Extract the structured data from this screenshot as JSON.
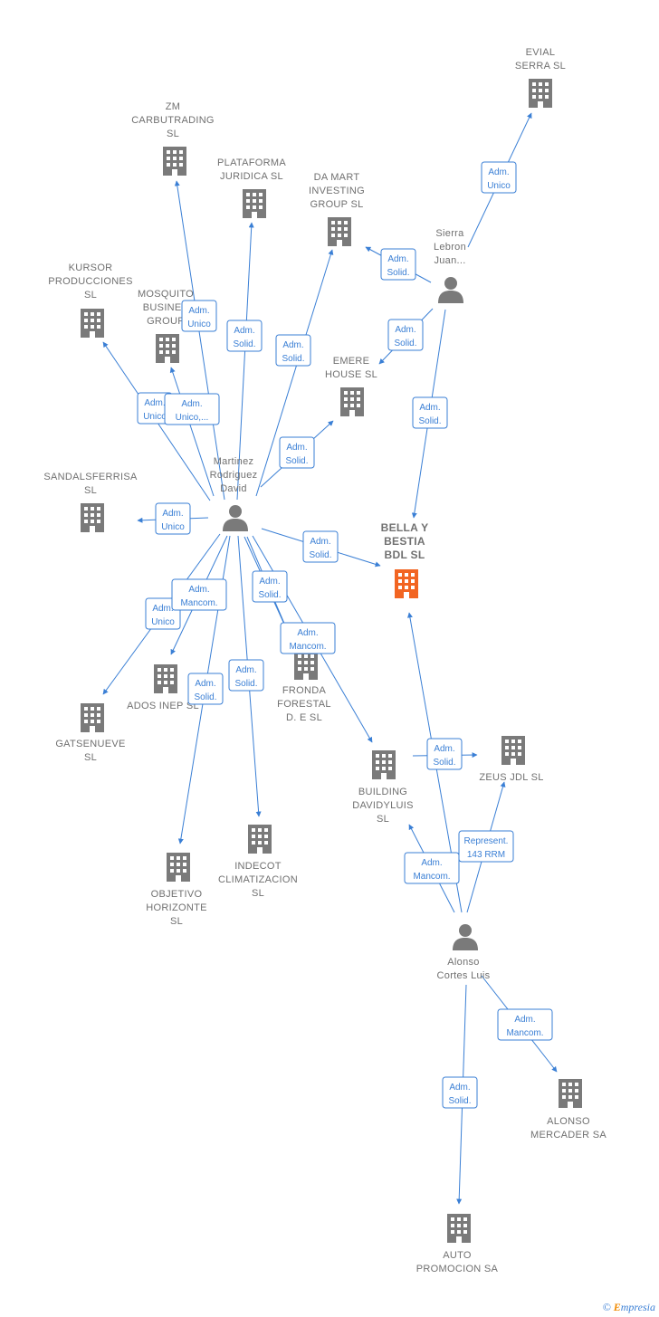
{
  "nodes": [
    {
      "id": "evial",
      "type": "company",
      "label": [
        "EVIAL",
        "SERRA  SL"
      ]
    },
    {
      "id": "zm",
      "type": "company",
      "label": [
        "ZM",
        "CARBUTRADING",
        "SL"
      ]
    },
    {
      "id": "plataforma",
      "type": "company",
      "label": [
        "PLATAFORMA",
        "JURIDICA  SL"
      ]
    },
    {
      "id": "damart",
      "type": "company",
      "label": [
        "DA MART",
        "INVESTING",
        "GROUP  SL"
      ]
    },
    {
      "id": "sierra",
      "type": "person",
      "label": [
        "Sierra",
        "Lebron",
        "Juan..."
      ]
    },
    {
      "id": "kursor",
      "type": "company",
      "label": [
        "KURSOR",
        "PRODUCCIONES",
        "SL"
      ]
    },
    {
      "id": "mosquito",
      "type": "company",
      "label": [
        "MOSQUITO",
        "BUSINES",
        "GROUP"
      ]
    },
    {
      "id": "emere",
      "type": "company",
      "label": [
        "EMERE",
        "HOUSE  SL"
      ]
    },
    {
      "id": "martinez",
      "type": "person",
      "label": [
        "Martinez",
        "Rodriguez",
        "David"
      ]
    },
    {
      "id": "sandals",
      "type": "company",
      "label": [
        "SANDALSFERRISA",
        "SL"
      ]
    },
    {
      "id": "bella",
      "type": "company",
      "focus": true,
      "label": [
        "BELLA Y",
        "BESTIA",
        "BDL  SL"
      ]
    },
    {
      "id": "adosinep",
      "type": "company",
      "label": [
        "ADOS INEP  SL"
      ]
    },
    {
      "id": "fronda",
      "type": "company",
      "label": [
        "FRONDA",
        "FORESTAL",
        "D.  E  SL"
      ]
    },
    {
      "id": "gatsenueve",
      "type": "company",
      "label": [
        "GATSENUEVE",
        "SL"
      ]
    },
    {
      "id": "zeus",
      "type": "company",
      "label": [
        "ZEUS JDL  SL"
      ]
    },
    {
      "id": "building",
      "type": "company",
      "label": [
        "BUILDING",
        "DAVIDYLUIS",
        "SL"
      ]
    },
    {
      "id": "indecot",
      "type": "company",
      "label": [
        "INDECOT",
        "CLIMATIZACION",
        "SL"
      ]
    },
    {
      "id": "objetivo",
      "type": "company",
      "label": [
        "OBJETIVO",
        "HORIZONTE",
        "SL"
      ]
    },
    {
      "id": "alonso",
      "type": "person",
      "label": [
        "Alonso",
        "Cortes Luis"
      ]
    },
    {
      "id": "alonsomercader",
      "type": "company",
      "label": [
        "ALONSO",
        "MERCADER SA"
      ]
    },
    {
      "id": "auto",
      "type": "company",
      "label": [
        "AUTO",
        "PROMOCION SA"
      ]
    }
  ],
  "edges": [
    {
      "from": "sierra",
      "to": "evial",
      "label": [
        "Adm.",
        "Unico"
      ]
    },
    {
      "from": "sierra",
      "to": "damart",
      "label": [
        "Adm.",
        "Solid."
      ]
    },
    {
      "from": "sierra",
      "to": "emere",
      "label": [
        "Adm.",
        "Solid."
      ]
    },
    {
      "from": "sierra",
      "to": "bella",
      "label": [
        "Adm.",
        "Solid."
      ]
    },
    {
      "from": "martinez",
      "to": "zm",
      "label": [
        "Adm.",
        "Unico"
      ]
    },
    {
      "from": "martinez",
      "to": "plataforma",
      "label": [
        "Adm.",
        "Solid."
      ]
    },
    {
      "from": "martinez",
      "to": "damart",
      "label": [
        "Adm.",
        "Solid."
      ]
    },
    {
      "from": "martinez",
      "to": "emere",
      "label": [
        "Adm.",
        "Solid."
      ]
    },
    {
      "from": "martinez",
      "to": "kursor",
      "label": [
        "Adm.",
        "Unico"
      ]
    },
    {
      "from": "martinez",
      "to": "mosquito",
      "label": [
        "Adm.",
        "Unico,..."
      ]
    },
    {
      "from": "martinez",
      "to": "sandals",
      "label": [
        "Adm.",
        "Unico"
      ]
    },
    {
      "from": "martinez",
      "to": "bella",
      "label": [
        "Adm.",
        "Solid."
      ]
    },
    {
      "from": "martinez",
      "to": "gatsenueve",
      "label": [
        "Adm.",
        "Unico"
      ]
    },
    {
      "from": "martinez",
      "to": "adosinep",
      "label": [
        "Adm.",
        "Mancom."
      ]
    },
    {
      "from": "martinez",
      "to": "fronda",
      "label": [
        "Adm.",
        "Solid."
      ]
    },
    {
      "from": "martinez",
      "to": "fronda2",
      "label": [
        "Adm.",
        "Mancom."
      ]
    },
    {
      "from": "martinez",
      "to": "building",
      "label": []
    },
    {
      "from": "martinez",
      "to": "objetivo",
      "label": [
        "Adm.",
        "Solid."
      ]
    },
    {
      "from": "martinez",
      "to": "indecot",
      "label": [
        "Adm.",
        "Solid."
      ]
    },
    {
      "from": "alonso",
      "to": "bella",
      "label": []
    },
    {
      "from": "alonso",
      "to": "zeus",
      "label": [
        "Represent.",
        "143 RRM"
      ]
    },
    {
      "from": "alonso",
      "to": "building",
      "label": [
        "Adm.",
        "Mancom."
      ]
    },
    {
      "from": "alonso",
      "to": "zeus2",
      "label": [
        "Adm.",
        "Solid."
      ]
    },
    {
      "from": "alonso",
      "to": "alonsomercader",
      "label": [
        "Adm.",
        "Mancom."
      ]
    },
    {
      "from": "alonso",
      "to": "auto",
      "label": [
        "Adm.",
        "Solid."
      ]
    }
  ],
  "credit": {
    "copyright": "©",
    "brand_first": "E",
    "brand_rest": "mpresia"
  },
  "colors": {
    "edge": "#3a7fd5",
    "node": "#7a7a7a",
    "focus": "#f26522",
    "label": "#707070"
  }
}
